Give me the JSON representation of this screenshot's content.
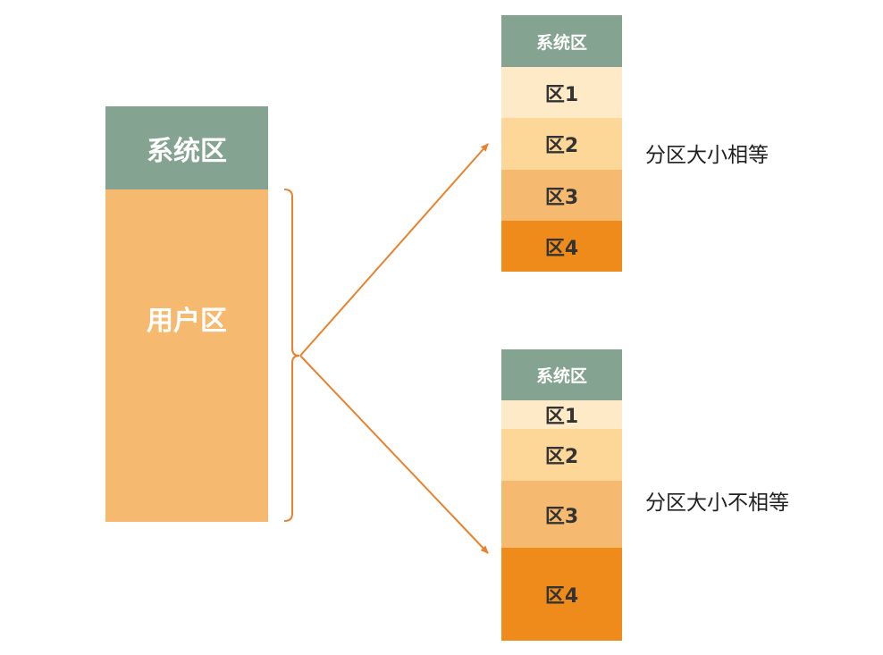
{
  "left_stack": {
    "system_label": "系统区",
    "user_label": "用户区"
  },
  "top_stack": {
    "system_label": "系统区",
    "partitions": [
      "区1",
      "区2",
      "区3",
      "区4"
    ],
    "caption": "分区大小相等"
  },
  "bottom_stack": {
    "system_label": "系统区",
    "partitions": [
      "区1",
      "区2",
      "区3",
      "区4"
    ],
    "caption": "分区大小不相等"
  },
  "colors": {
    "system": "#84a391",
    "partition_1": "#feeac6",
    "partition_2": "#fcd797",
    "partition_3": "#f5b96f",
    "partition_4": "#ee8b1a",
    "arrow": "#e8822e"
  }
}
